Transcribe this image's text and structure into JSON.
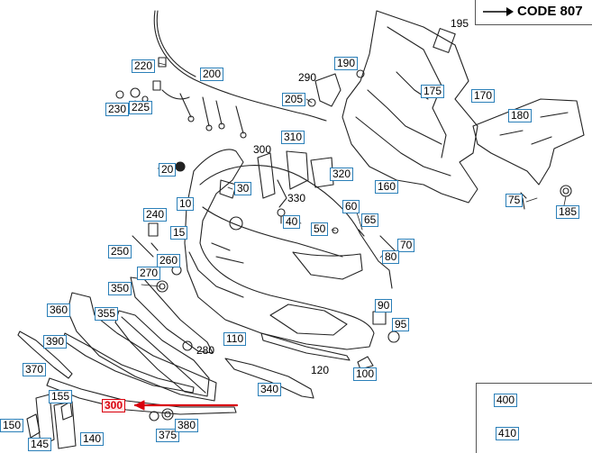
{
  "code_note": {
    "label": "CODE 807"
  },
  "callouts": [
    {
      "id": "c220",
      "label": "220"
    },
    {
      "id": "c200",
      "label": "200"
    },
    {
      "id": "c230",
      "label": "230"
    },
    {
      "id": "c225",
      "label": "225"
    },
    {
      "id": "c190",
      "label": "190"
    },
    {
      "id": "c205",
      "label": "205"
    },
    {
      "id": "c175",
      "label": "175"
    },
    {
      "id": "c170",
      "label": "170"
    },
    {
      "id": "c180",
      "label": "180"
    },
    {
      "id": "c310",
      "label": "310"
    },
    {
      "id": "c20",
      "label": "20"
    },
    {
      "id": "c30",
      "label": "30"
    },
    {
      "id": "c320",
      "label": "320"
    },
    {
      "id": "c160",
      "label": "160"
    },
    {
      "id": "c75",
      "label": "75"
    },
    {
      "id": "c185",
      "label": "185"
    },
    {
      "id": "c10",
      "label": "10"
    },
    {
      "id": "c240",
      "label": "240"
    },
    {
      "id": "c15",
      "label": "15"
    },
    {
      "id": "c40",
      "label": "40"
    },
    {
      "id": "c50",
      "label": "50"
    },
    {
      "id": "c60",
      "label": "60"
    },
    {
      "id": "c65",
      "label": "65"
    },
    {
      "id": "c70",
      "label": "70"
    },
    {
      "id": "c80",
      "label": "80"
    },
    {
      "id": "c250",
      "label": "250"
    },
    {
      "id": "c260",
      "label": "260"
    },
    {
      "id": "c270",
      "label": "270"
    },
    {
      "id": "c350",
      "label": "350"
    },
    {
      "id": "c360",
      "label": "360"
    },
    {
      "id": "c355",
      "label": "355"
    },
    {
      "id": "c90",
      "label": "90"
    },
    {
      "id": "c95",
      "label": "95"
    },
    {
      "id": "c390",
      "label": "390"
    },
    {
      "id": "c110",
      "label": "110"
    },
    {
      "id": "c370",
      "label": "370"
    },
    {
      "id": "c100",
      "label": "100"
    },
    {
      "id": "c340",
      "label": "340"
    },
    {
      "id": "c300h",
      "label": "300",
      "highlight": true
    },
    {
      "id": "c155",
      "label": "155"
    },
    {
      "id": "c150",
      "label": "150"
    },
    {
      "id": "c375",
      "label": "375"
    },
    {
      "id": "c380",
      "label": "380"
    },
    {
      "id": "c145",
      "label": "145"
    },
    {
      "id": "c140",
      "label": "140"
    },
    {
      "id": "c400",
      "label": "400"
    },
    {
      "id": "c410",
      "label": "410"
    }
  ],
  "plain_labels": [
    {
      "id": "p195",
      "label": "195"
    },
    {
      "id": "p290",
      "label": "290"
    },
    {
      "id": "p300",
      "label": "300"
    },
    {
      "id": "p330",
      "label": "330"
    },
    {
      "id": "p280",
      "label": "280"
    },
    {
      "id": "p120",
      "label": "120"
    }
  ],
  "colors": {
    "callout_border": "#2a7fb8",
    "highlight": "#d9000d",
    "line_art": "#222222"
  }
}
